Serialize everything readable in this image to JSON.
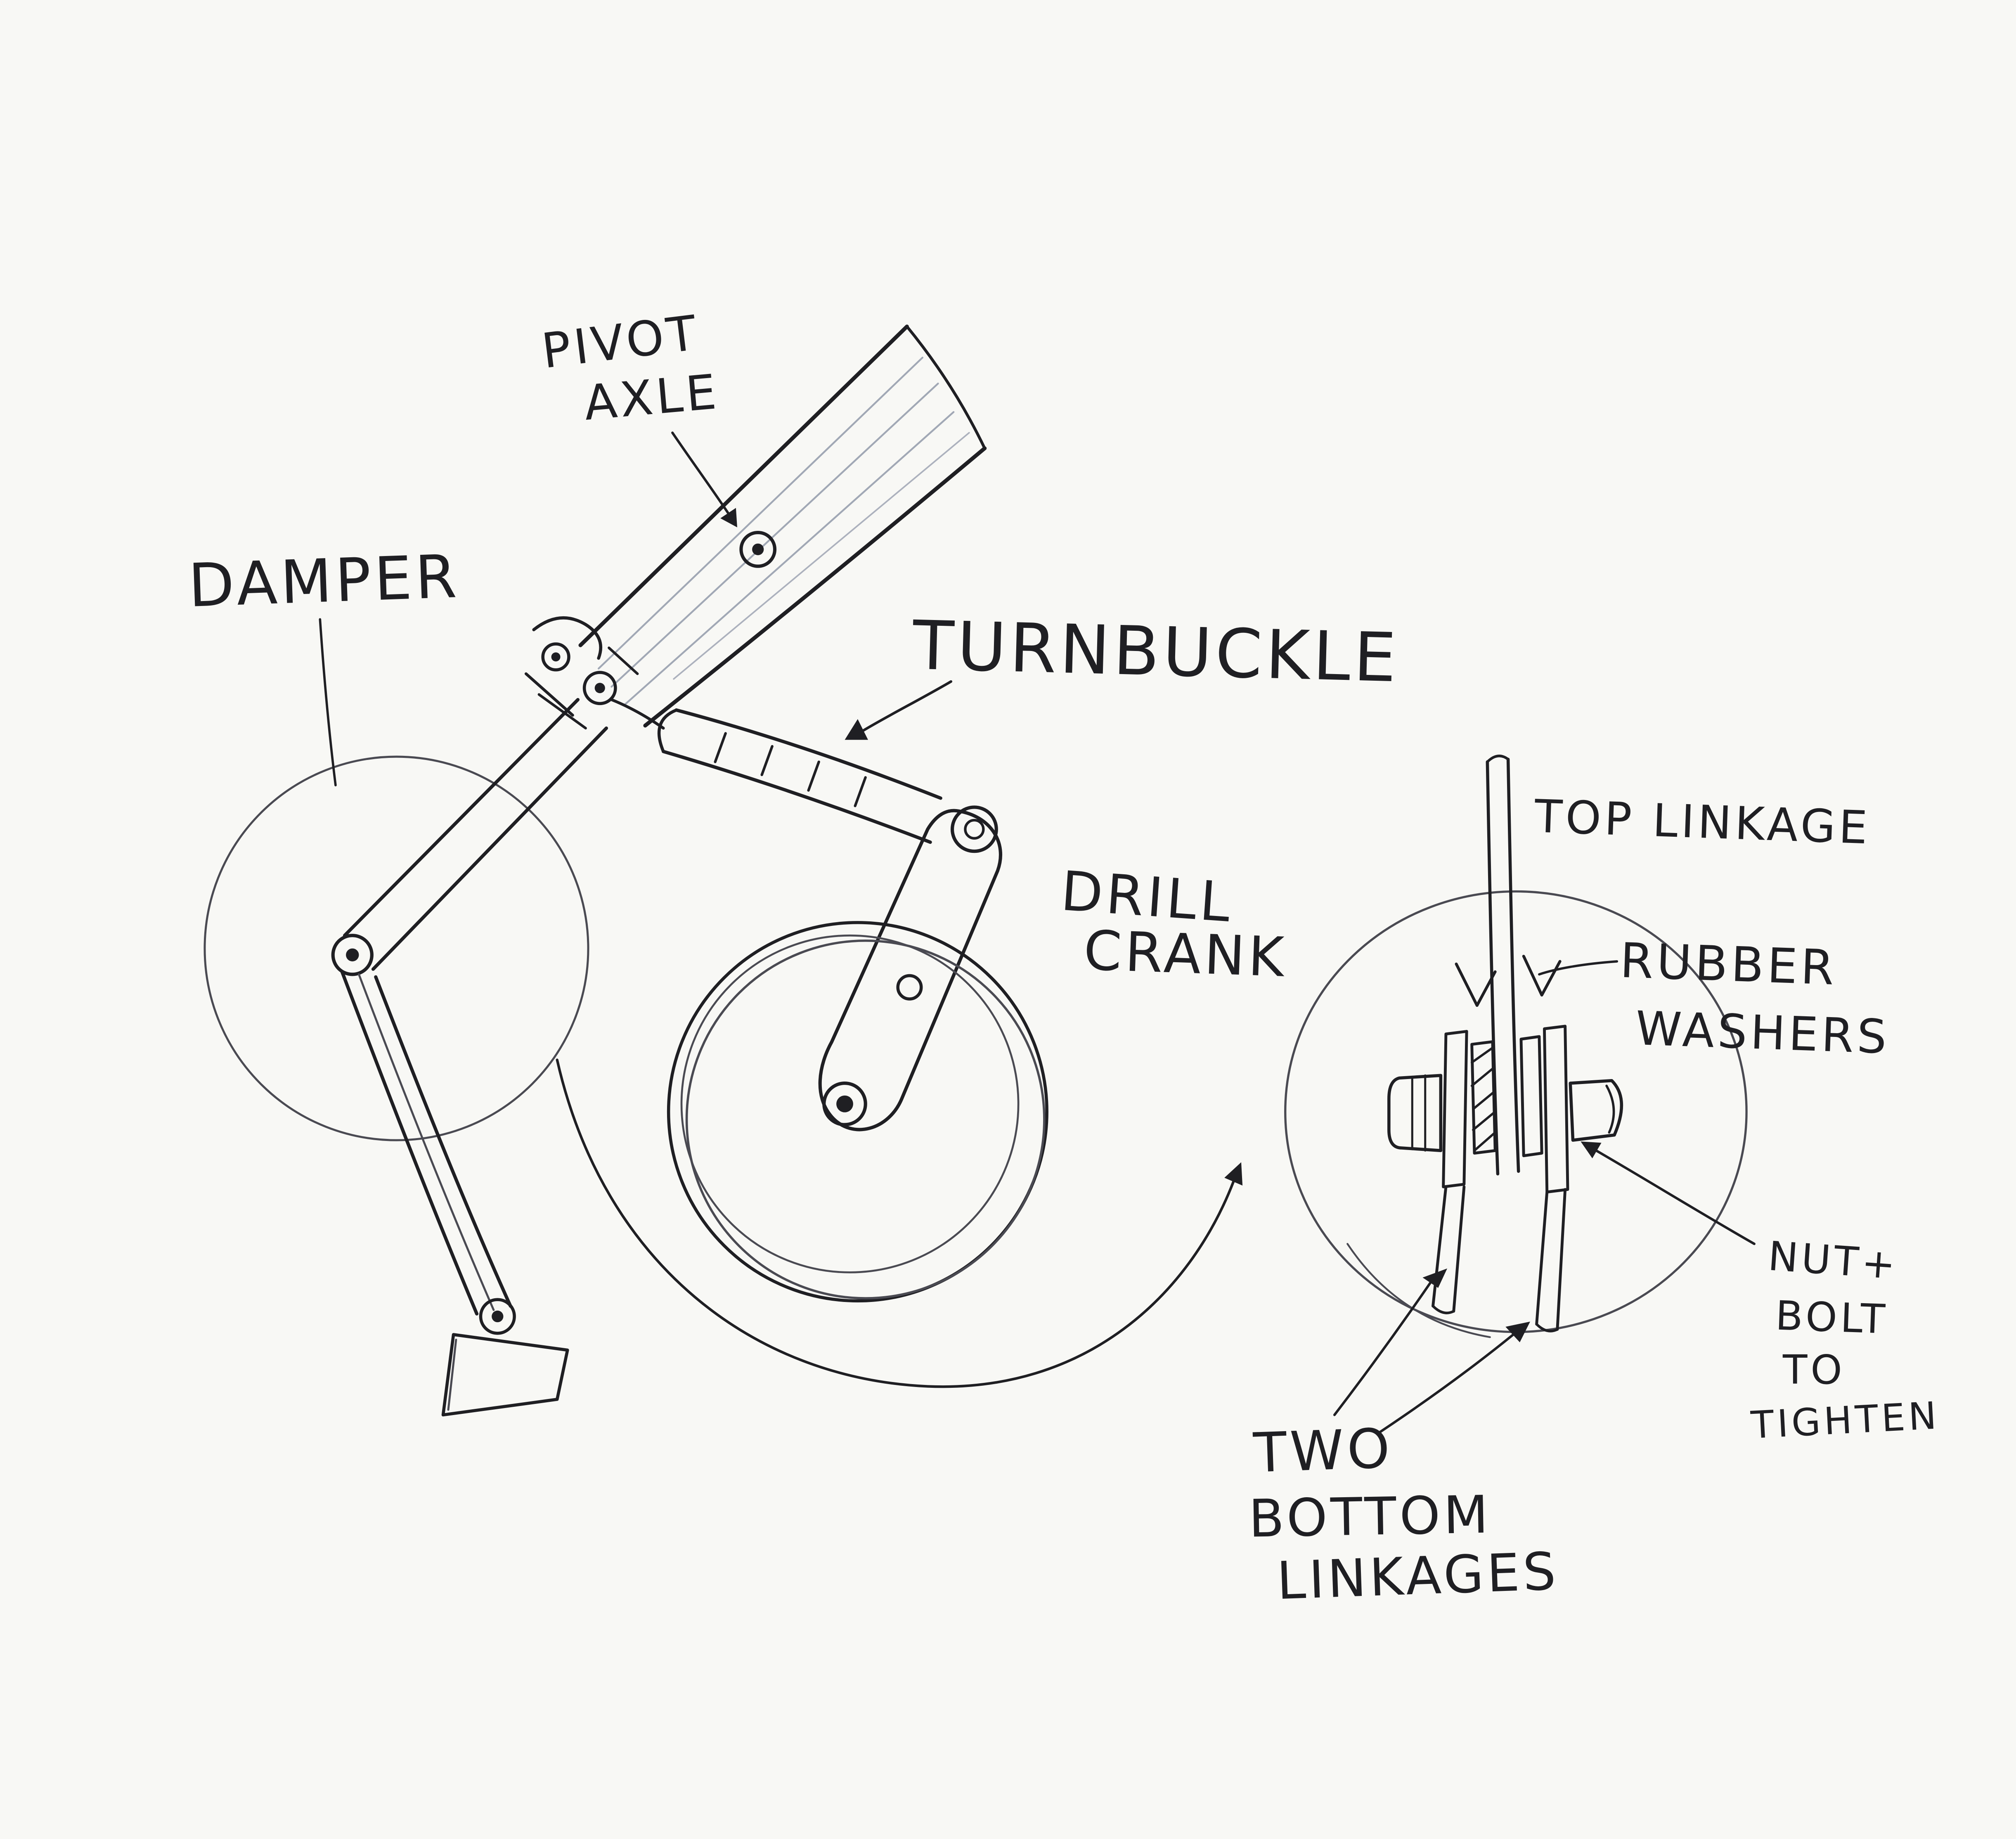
{
  "colors": {
    "ink": "#1f1f23",
    "pencil": "#8b93a5",
    "paper": "#f8f8f5"
  },
  "labels": {
    "pivot_axle": {
      "l1": "PIVOT",
      "l2": "AXLE"
    },
    "damper": {
      "l1": "DAMPER"
    },
    "turnbuckle": {
      "l1": "TURNBUCKLE"
    },
    "drill_crank": {
      "l1": "DRILL",
      "l2": "CRANK"
    },
    "top_linkage": {
      "l1": "TOP LINKAGE"
    },
    "rubber_washers": {
      "l1": "RUBBER",
      "l2": "WASHERS"
    },
    "nut_bolt": {
      "l1": "NUT+",
      "l2": "BOLT",
      "l3": "TO",
      "l4": "TIGHTEN"
    },
    "two_bottom_linkages": {
      "l1": "TWO",
      "l2": "BOTTOM",
      "l3": "LINKAGES"
    }
  }
}
